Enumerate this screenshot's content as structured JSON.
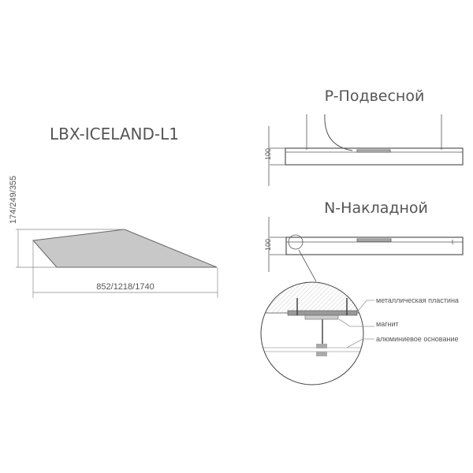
{
  "model_title": "LBX-ICELAND-L1",
  "height_dim": "174/249/355",
  "length_dim": "852/1218/1740",
  "suspended": {
    "title": "P-Подвесной",
    "dim": "100"
  },
  "surface": {
    "title": "N-Накладной",
    "dim": "100"
  },
  "detail": {
    "labels": [
      "металлическая пластина",
      "магнит",
      "алюминиевое основание"
    ]
  },
  "colors": {
    "line": "#555555",
    "fill": "#c8c8c8"
  }
}
